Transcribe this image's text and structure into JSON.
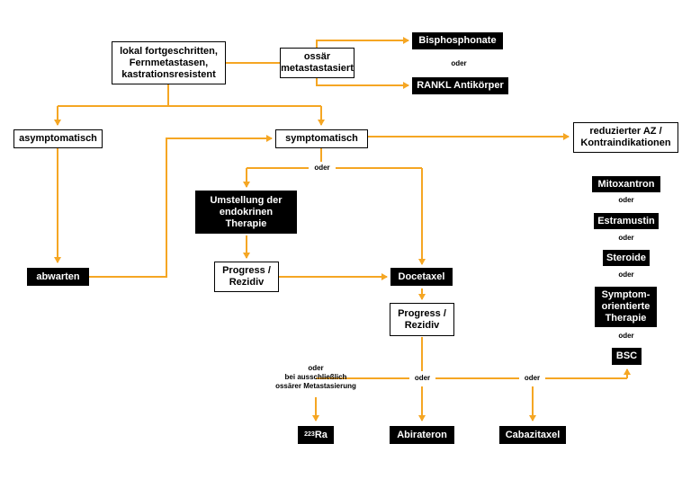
{
  "colors": {
    "arrow": "#F5A623",
    "dark_box": "#000000",
    "light_box": "#ffffff"
  },
  "nodes": {
    "start": "lokal fortgeschritten,\nFernmetastasen,\nkastrationsresistent",
    "ossaer": "ossär\nmetastastasiert",
    "bisphosphonate": "Bisphosphonate",
    "rankl": "RANKL Antikörper",
    "asymptomatisch": "asymptomatisch",
    "symptomatisch": "symptomatisch",
    "reduzierter": "reduzierter AZ /\nKontraindikationen",
    "umstellung": "Umstellung der\nendokrinen\nTherapie",
    "abwarten": "abwarten",
    "progress1": "Progress /\nRezidiv",
    "docetaxel": "Docetaxel",
    "progress2": "Progress /\nRezidiv",
    "mitoxantron": "Mitoxantron",
    "estramustin": "Estramustin",
    "steroide": "Steroide",
    "symptom": "Symptom-\norientierte\nTherapie",
    "bsc": "BSC",
    "ra_sup": "223",
    "ra_base": "Ra",
    "abirateron": "Abirateron",
    "cabazitaxel": "Cabazitaxel"
  },
  "labels": {
    "oder_bone": "oder",
    "oder_symptomatisch": "oder",
    "oder_right1": "oder",
    "oder_right2": "oder",
    "oder_right3": "oder",
    "oder_right4": "oder",
    "oder_bottom_mid": "oder",
    "oder_bottom_right": "oder",
    "oder_ra_note": "oder\nbei ausschließlich\nossärer Metastasierung"
  }
}
